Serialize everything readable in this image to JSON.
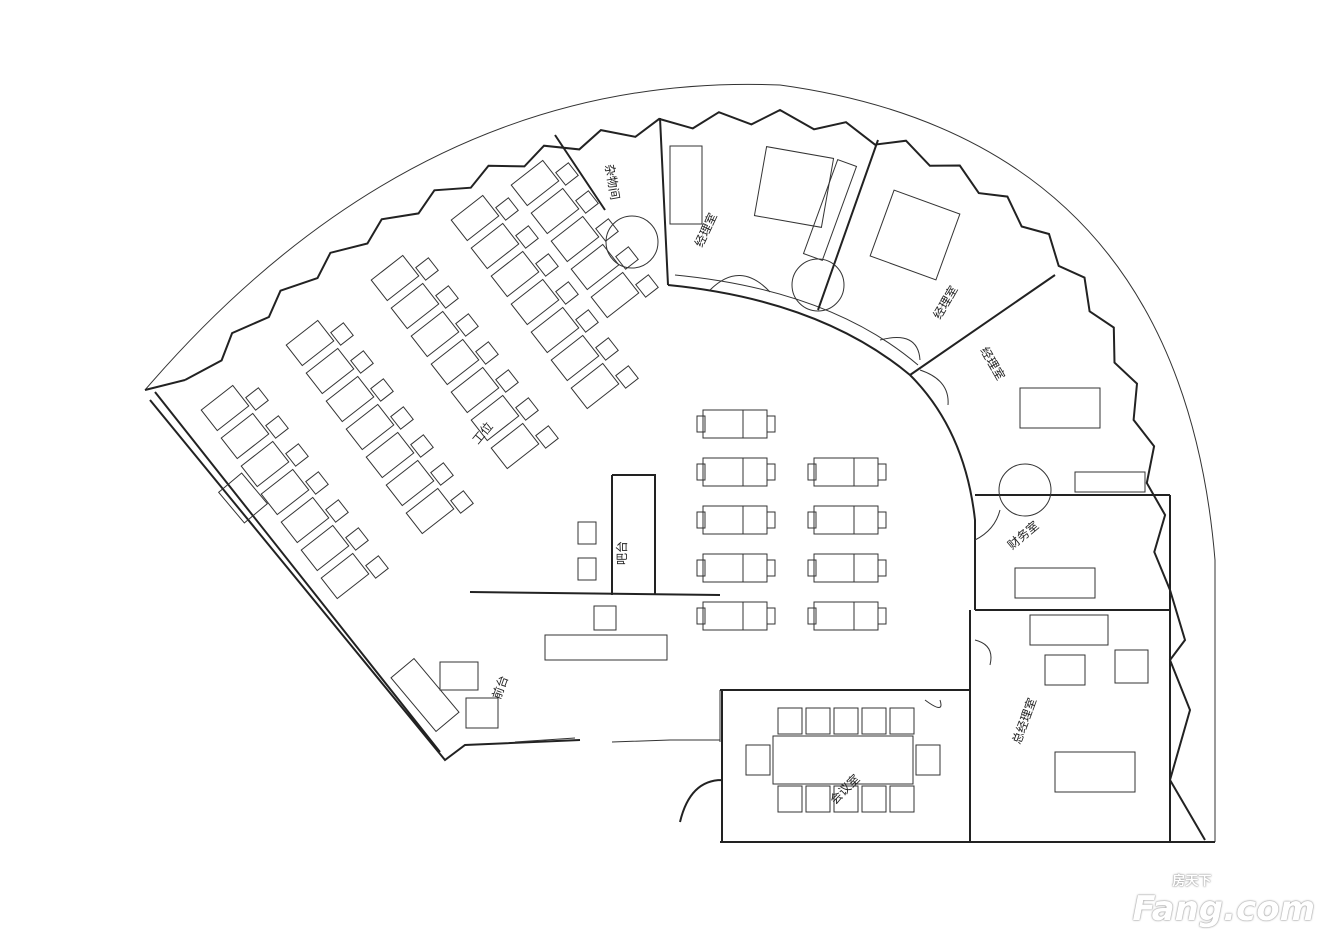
{
  "rooms": {
    "storage": "杂物间",
    "manager1": "经理室",
    "manager2": "经理室",
    "manager3": "经理室",
    "finance": "财务室",
    "gm": "总经理室",
    "meeting": "会议室",
    "bar": "吧台",
    "reception": "前台",
    "workstations": "工位"
  },
  "watermark": {
    "cn": "房天下",
    "en": "Fang.com"
  }
}
